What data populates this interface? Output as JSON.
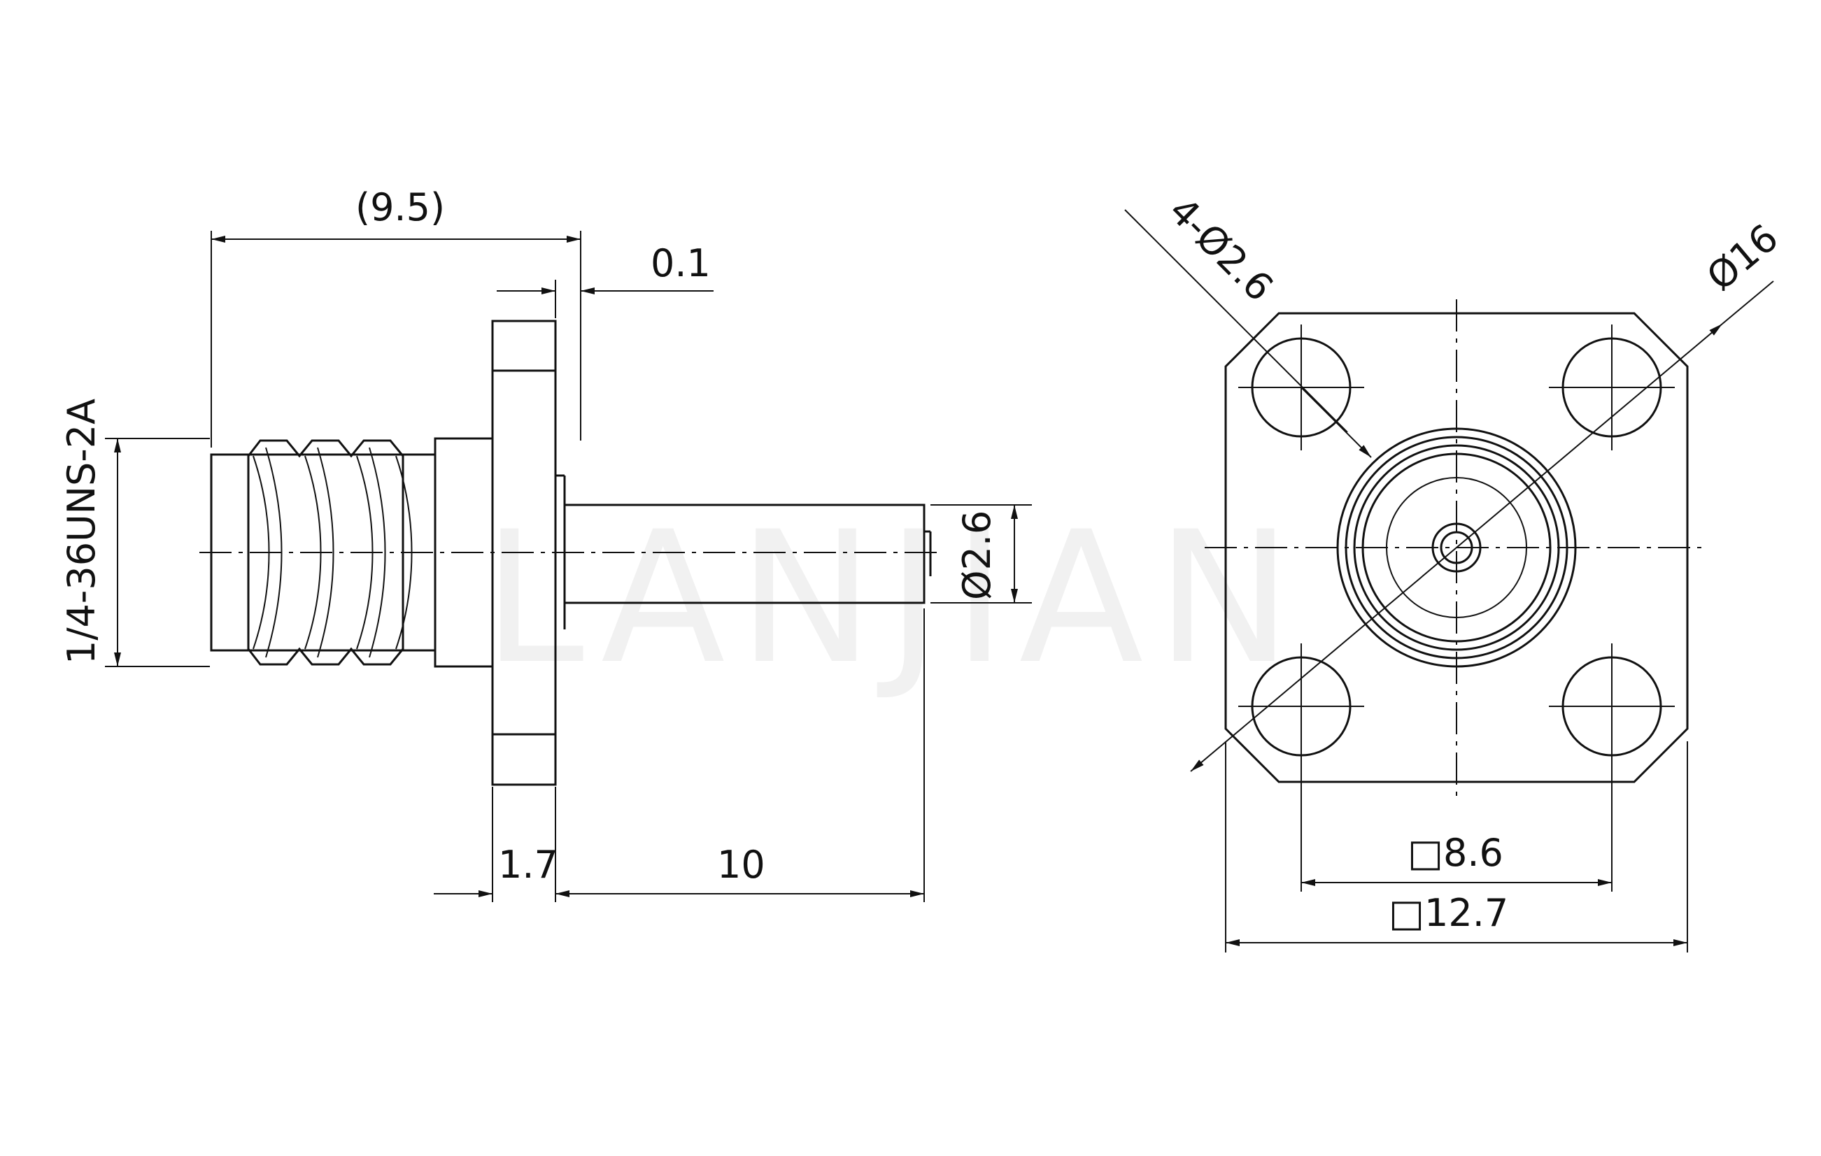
{
  "watermark": "LANJIAN",
  "side_view": {
    "overall_length": "(9.5)",
    "flange_gap": "0.1",
    "thread_spec": "1/4-36UNS-2A",
    "pin_diameter": "Ø2.6",
    "flange_thickness": "1.7",
    "pin_length": "10"
  },
  "front_view": {
    "holes": "4-Ø2.6",
    "bolt_circle": "Ø16",
    "hole_spacing": "□8.6",
    "flange_size": "□12.7"
  }
}
